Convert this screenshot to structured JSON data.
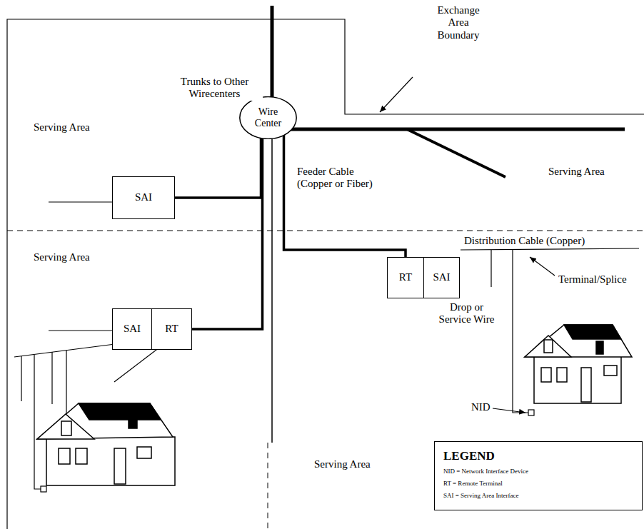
{
  "diagram": {
    "nodes": [
      {
        "text": [
          "Wire Center"
        ]
      },
      {
        "text": [
          "SAI"
        ]
      },
      {
        "text": [
          "SAI"
        ]
      },
      {
        "text": [
          "RT"
        ]
      },
      {
        "text": [
          "RT"
        ]
      },
      {
        "text": [
          "SAI"
        ]
      },
      {
        "text": [
          "LEGEND",
          "NID = Network Interface Device",
          "RT = Remote Terminal",
          "SAI = Serving Area Interface"
        ]
      }
    ],
    "edges": [
      {
        "from": 0,
        "to": 1,
        "arrow": "none"
      },
      {
        "from": 0,
        "to": 3,
        "arrow": "none"
      },
      {
        "from": 0,
        "to": 4,
        "arrow": "none"
      }
    ],
    "labels": [
      "Trunks to Other Wirecenters",
      "Exchange Area Boundary",
      "Serving Area",
      "Feeder Cable (Copper or Fiber)",
      "Serving Area",
      "Serving Area",
      "Distribution Cable (Copper)",
      "Terminal/Splice",
      "Drop or Service Wire",
      "NID",
      "Serving Area"
    ]
  }
}
